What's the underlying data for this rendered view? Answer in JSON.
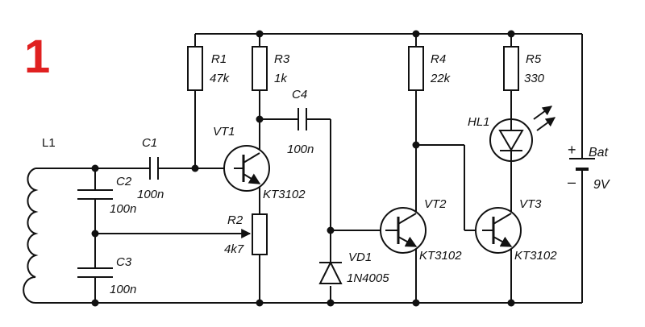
{
  "figure_number": "1",
  "accent_color": "#e02020",
  "labels": {
    "l1": "L1",
    "c1": "C1",
    "c1_val": "100n",
    "c2": "C2",
    "c2_val": "100n",
    "c3": "C3",
    "c3_val": "100n",
    "r1": "R1",
    "r1_val": "47k",
    "r3": "R3",
    "r3_val": "1k",
    "c4": "C4",
    "c4_val": "100n",
    "vt1": "VT1",
    "vt1_type": "KT3102",
    "r2": "R2",
    "r2_val": "4k7",
    "vd1": "VD1",
    "vd1_type": "1N4005",
    "r4": "R4",
    "r4_val": "22k",
    "vt2": "VT2",
    "vt2_type": "KT3102",
    "r5": "R5",
    "r5_val": "330",
    "hl1": "HL1",
    "vt3": "VT3",
    "vt3_type": "KT3102",
    "bat": "Bat",
    "bat_val": "9V",
    "plus": "+",
    "minus": "–"
  }
}
